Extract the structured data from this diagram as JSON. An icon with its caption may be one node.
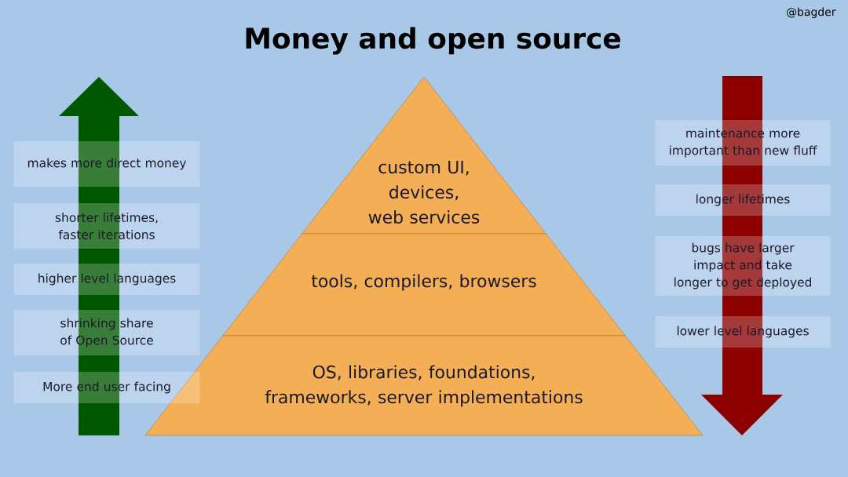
{
  "diagram": {
    "title": "Money and open source",
    "nodes": [
      {
        "text": [
          "custom UI, devices, web services"
        ]
      },
      {
        "text": [
          "tools, compilers, browsers"
        ]
      },
      {
        "text": [
          "OS, libraries, foundations, frameworks, server implementations"
        ]
      },
      {
        "text": [
          "makes more direct money"
        ]
      },
      {
        "text": [
          "shorter lifetimes, faster iterations"
        ]
      },
      {
        "text": [
          "higher level languages"
        ]
      },
      {
        "text": [
          "shrinking share of Open Source"
        ]
      },
      {
        "text": [
          "More end user facing"
        ]
      },
      {
        "text": [
          "maintenance more important than new fluff"
        ]
      },
      {
        "text": [
          "longer lifetimes"
        ]
      },
      {
        "text": [
          "bugs have larger impact and take longer to get deployed"
        ]
      },
      {
        "text": [
          "lower level languages"
        ]
      }
    ],
    "labels": [
      "@bagder"
    ]
  }
}
